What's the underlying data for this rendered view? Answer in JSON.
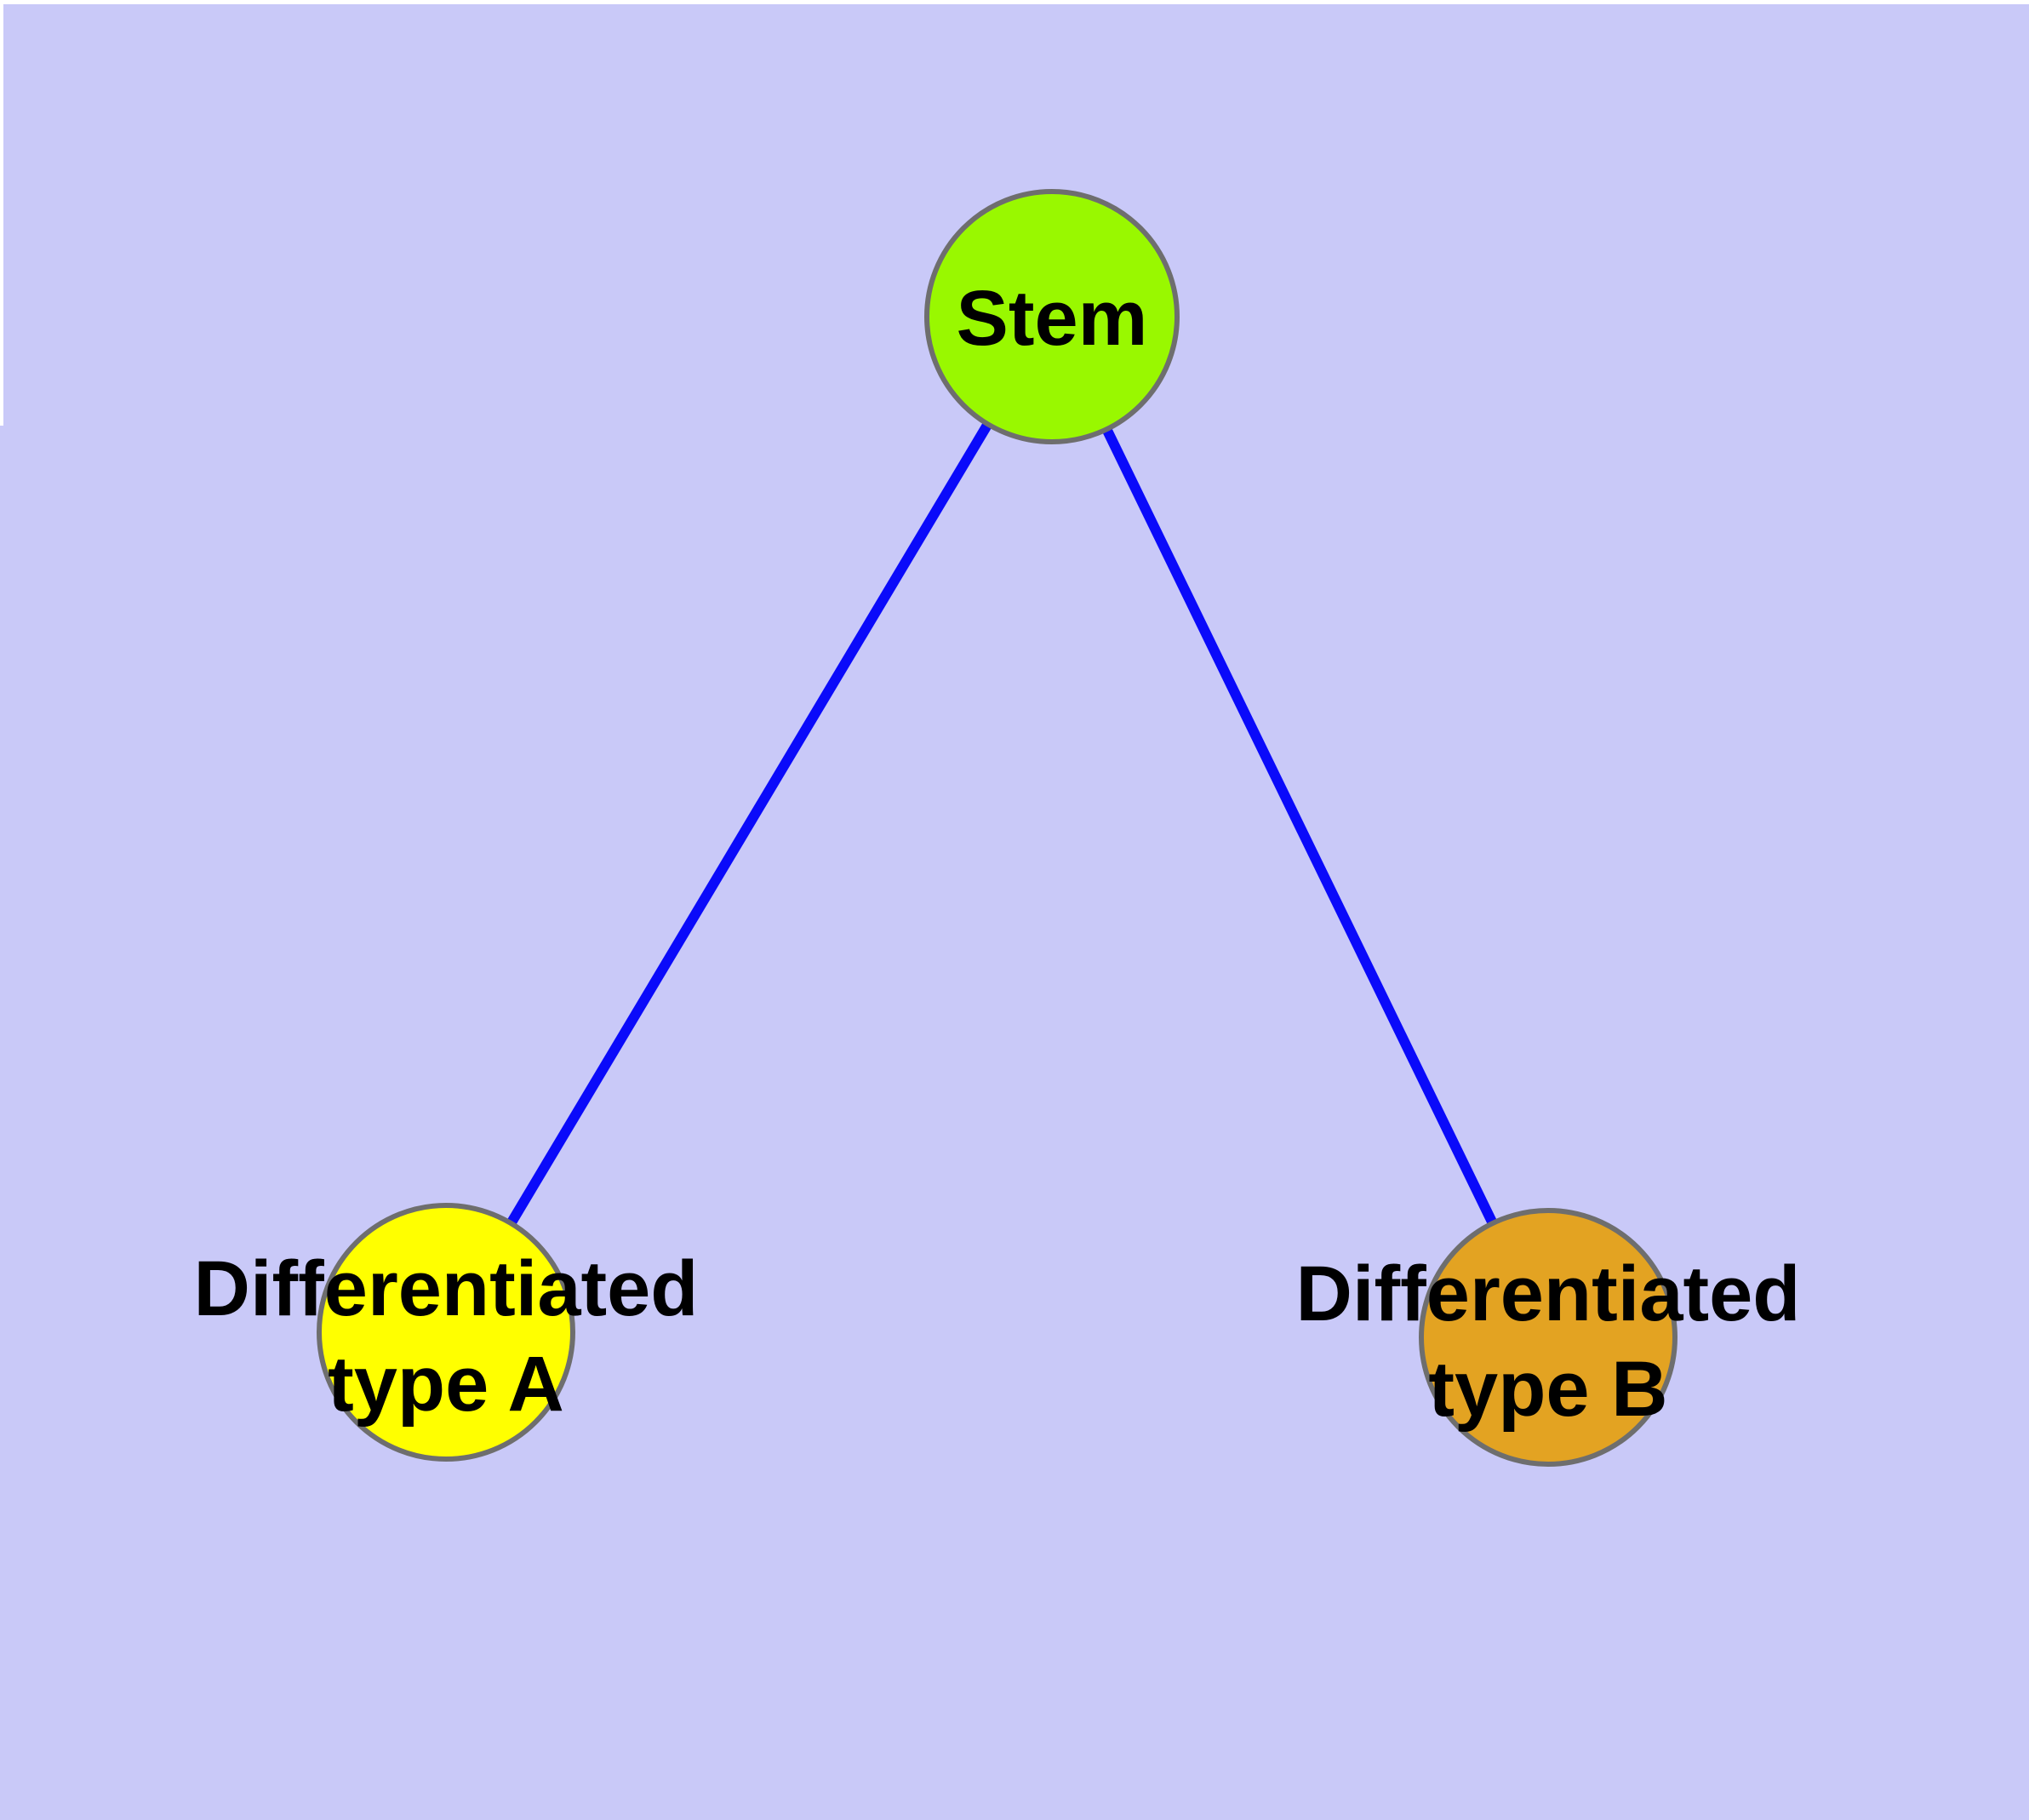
{
  "diagram": {
    "background_color": "#c9c9f8",
    "page_margin_color": "#ffffff",
    "edge_color": "#0a0afa",
    "node_border_color": "#6e6e6e",
    "label_color": "#000000",
    "nodes": [
      {
        "id": "stem",
        "label": "Stem",
        "label_line1": "Stem",
        "label_line2": "",
        "fill_color": "#99f800"
      },
      {
        "id": "type-a",
        "label": "Differentiated type A",
        "label_line1": "Differentiated",
        "label_line2": "type A",
        "fill_color": "#ffff00"
      },
      {
        "id": "type-b",
        "label": "Differentiated type B",
        "label_line1": "Differentiated",
        "label_line2": "type B",
        "fill_color": "#e3a322"
      }
    ],
    "edges": [
      {
        "from": "Stem",
        "to": "Differentiated type A"
      },
      {
        "from": "Stem",
        "to": "Differentiated type B"
      }
    ]
  }
}
